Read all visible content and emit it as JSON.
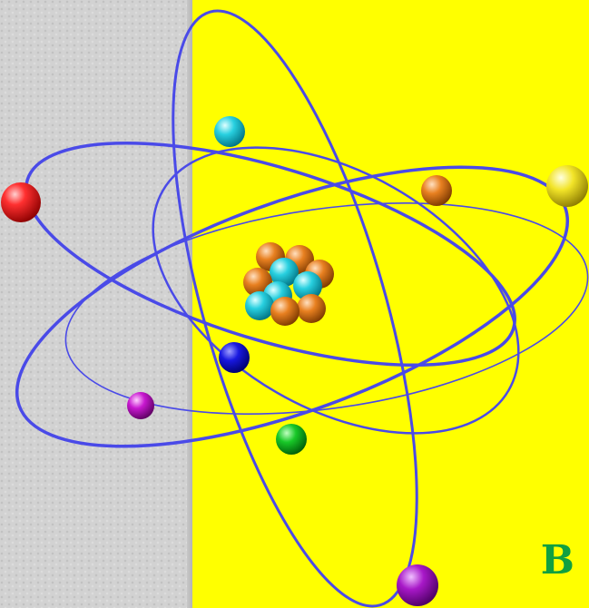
{
  "panel": {
    "letter": "B"
  },
  "colors": {
    "background_left": "#d2d2d2",
    "background_right": "#ffff00",
    "orbit": "#4a4ae8",
    "letter": "#10a040",
    "proton": "#e07818",
    "neutron": "#20c8d8"
  },
  "electrons": [
    {
      "name": "red-electron",
      "color": "#e41010"
    },
    {
      "name": "yellow-electron",
      "color": "#f0e020"
    },
    {
      "name": "cyan-electron",
      "color": "#20c8d8"
    },
    {
      "name": "orange-electron",
      "color": "#e07818"
    },
    {
      "name": "blue-electron",
      "color": "#1010d8"
    },
    {
      "name": "magenta-electron",
      "color": "#c010c8"
    },
    {
      "name": "green-electron",
      "color": "#10c020"
    },
    {
      "name": "purple-electron",
      "color": "#a010c0"
    }
  ]
}
